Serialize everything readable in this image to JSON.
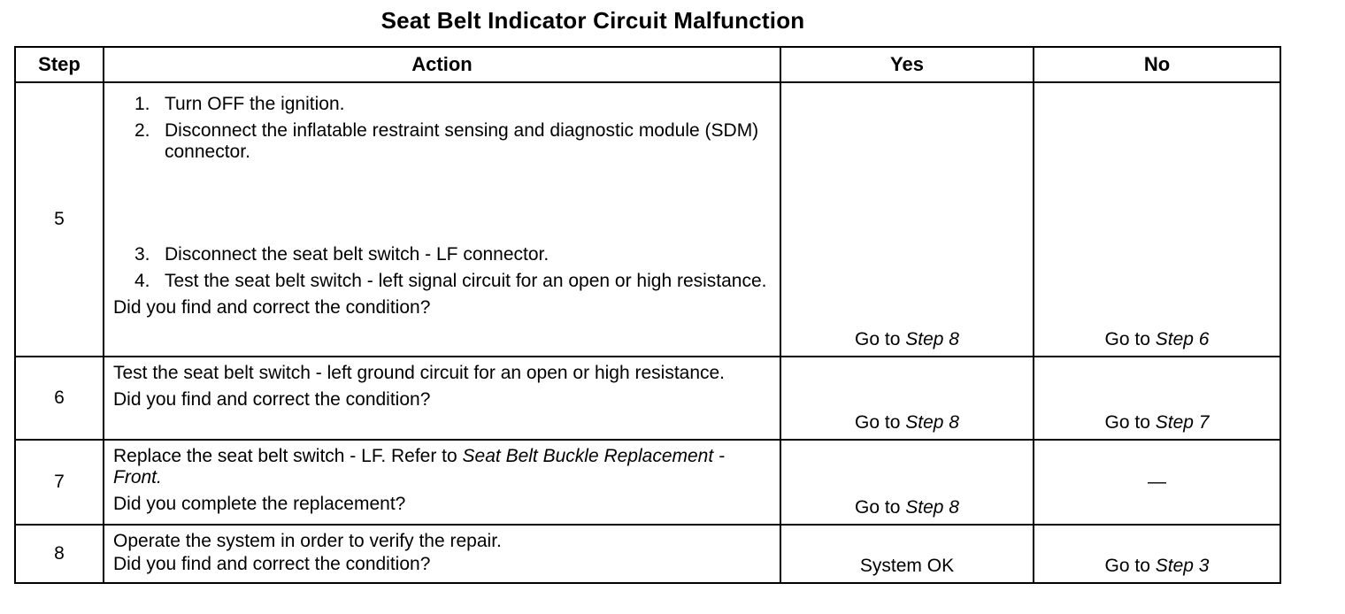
{
  "title": "Seat Belt Indicator Circuit Malfunction",
  "headers": {
    "step": "Step",
    "action": "Action",
    "yes": "Yes",
    "no": "No"
  },
  "rows": [
    {
      "step": "5",
      "items": [
        {
          "num": "1.",
          "text": "Turn OFF the ignition."
        },
        {
          "num": "2.",
          "text": "Disconnect the inflatable restraint sensing and diagnostic module (SDM) connector."
        },
        {
          "num": "3.",
          "text": "Disconnect the seat belt switch - LF connector."
        },
        {
          "num": "4.",
          "text": "Test the seat belt switch - left signal circuit for an open or high resistance."
        }
      ],
      "question": "Did you find and correct the condition?",
      "yes_prefix": "Go to ",
      "yes_step": "Step 8",
      "no_prefix": "Go to ",
      "no_step": "Step 6"
    },
    {
      "step": "6",
      "text": "Test the seat belt switch - left ground circuit for an open or high resistance.",
      "question": "Did you find and correct the condition?",
      "yes_prefix": "Go to ",
      "yes_step": "Step 8",
      "no_prefix": "Go to ",
      "no_step": "Step 7"
    },
    {
      "step": "7",
      "text": "Replace the seat belt switch - LF. Refer to ",
      "ref": "Seat Belt Buckle Replacement - Front.",
      "question": "Did you complete the replacement?",
      "yes_prefix": "Go to ",
      "yes_step": "Step 8",
      "no": "—"
    },
    {
      "step": "8",
      "text": "Operate the system in order to verify the repair.",
      "question": "Did you find and correct the condition?",
      "yes": "System OK",
      "no_prefix": "Go to ",
      "no_step": "Step 3"
    }
  ]
}
